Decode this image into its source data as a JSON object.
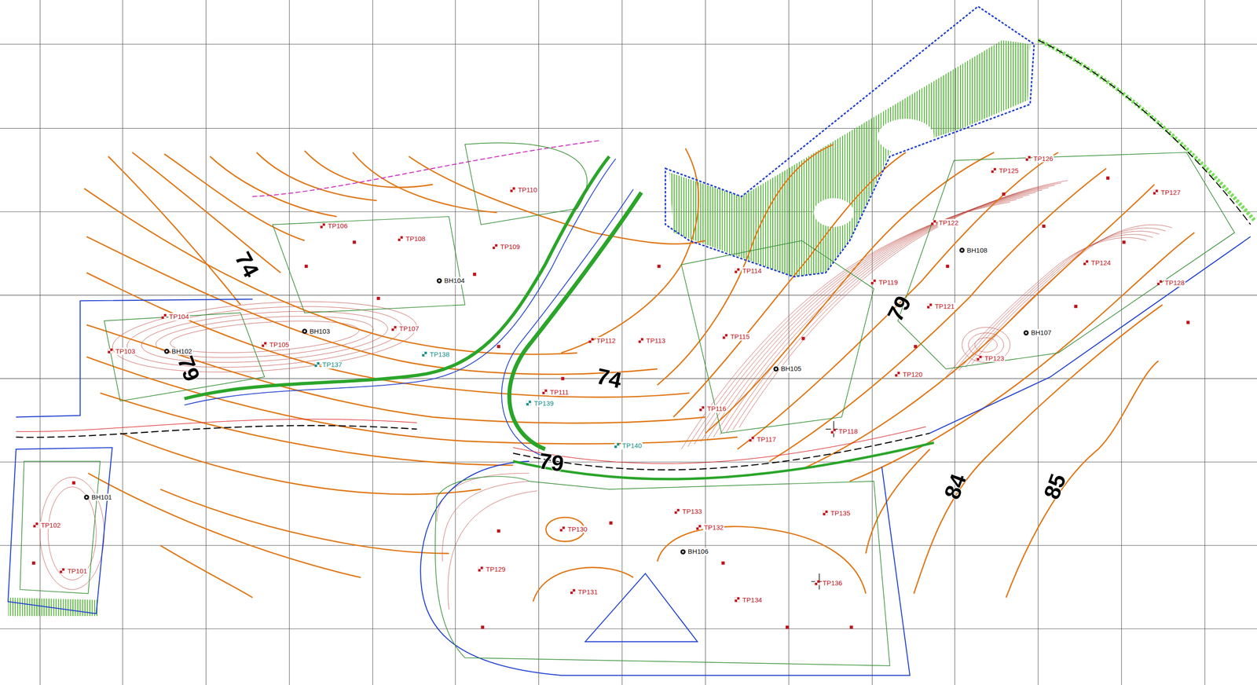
{
  "diagram": {
    "labels": [
      "TP110",
      "TP106",
      "TP108",
      "TP109",
      "BH104",
      "TP104",
      "BH103",
      "TP107",
      "TP103",
      "BH102",
      "TP105",
      "TP138",
      "TP137",
      "TP112",
      "TP113",
      "TP114",
      "TP115",
      "TP119",
      "TP121",
      "TP122",
      "BH108",
      "TP125",
      "TP126",
      "TP127",
      "TP124",
      "TP128",
      "BH107",
      "TP123",
      "TP120",
      "BH105",
      "TP111",
      "TP139",
      "TP116",
      "TP117",
      "TP118",
      "TP140",
      "BH101",
      "TP102",
      "TP101",
      "TP133",
      "TP132",
      "TP135",
      "TP130",
      "BH106",
      "TP129",
      "TP131",
      "TP134",
      "TP136",
      "74",
      "79",
      "74",
      "79",
      "79",
      "84",
      "85"
    ]
  }
}
